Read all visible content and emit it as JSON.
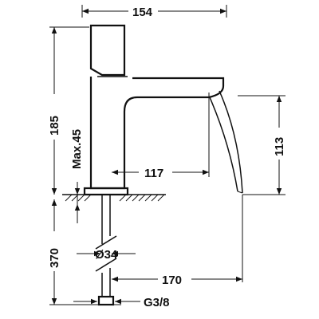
{
  "dimensions": {
    "width_top": "154",
    "height_total": "185",
    "max_height": "Max.45",
    "spout_reach": "117",
    "spout_height": "113",
    "hose_length": "370",
    "hole_diameter": "Ø34",
    "base_reach": "170",
    "connection": "G3/8"
  },
  "colors": {
    "line": "#111111",
    "background": "#ffffff"
  }
}
